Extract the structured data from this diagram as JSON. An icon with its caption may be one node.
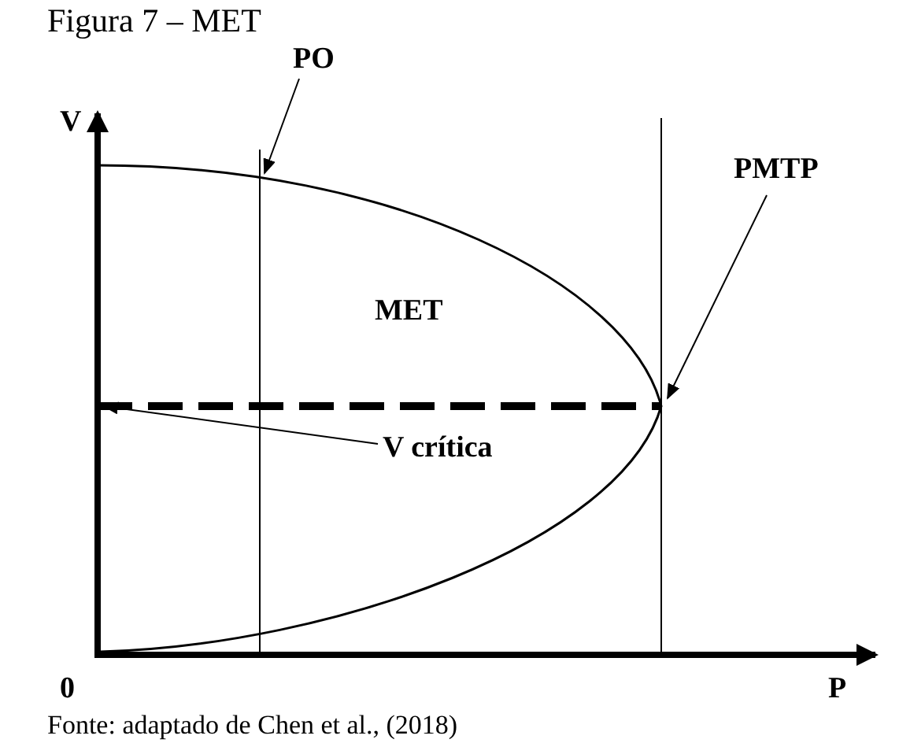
{
  "diagram": {
    "title": "Figura 7 – MET",
    "caption": "Fonte: adaptado de Chen et al., (2018)",
    "nodes": [
      {
        "text": [
          "PO"
        ]
      },
      {
        "text": [
          "PMTP"
        ]
      },
      {
        "text": [
          "V crítica"
        ]
      }
    ],
    "edges": [
      {
        "from": 0,
        "to": null,
        "arrow": "to"
      },
      {
        "from": 1,
        "to": null,
        "arrow": "to"
      },
      {
        "from": 2,
        "to": null,
        "arrow": "to"
      }
    ],
    "labels": [
      "V",
      "MET",
      "0",
      "P"
    ]
  }
}
